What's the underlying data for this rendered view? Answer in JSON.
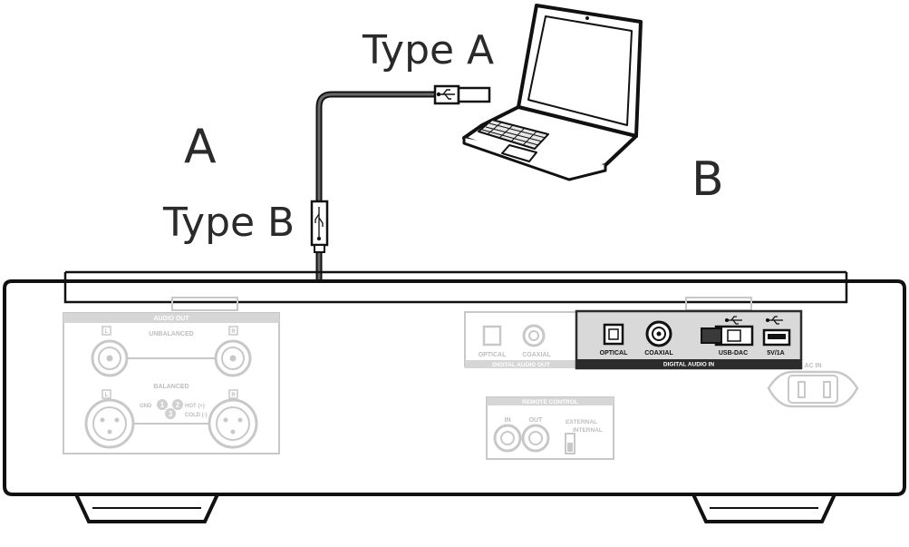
{
  "labels": {
    "type_a": "Type A",
    "type_b": "Type B",
    "a": "A",
    "b": "B"
  },
  "panel": {
    "audio_out": "AUDIO OUT",
    "unbalanced": "UNBALANCED",
    "balanced": "BALANCED",
    "channel_l": "L",
    "channel_r": "R",
    "gnd": "GND",
    "hot": "HOT (+)",
    "cold": "COLD (-)",
    "pin1": "1",
    "pin2": "2",
    "pin3": "3",
    "optical_out": "OPTICAL",
    "coaxial_out": "COAXIAL",
    "digital_audio_out": "DIGITAL AUDIO OUT",
    "optical_in": "OPTICAL",
    "coaxial_in": "COAXIAL",
    "usb_dac": "USB-DAC",
    "usb_5v": "5V/1A",
    "digital_audio_in": "DIGITAL AUDIO IN",
    "ac_in": "AC IN",
    "remote_control": "REMOTE CONTROL",
    "remote_in": "IN",
    "remote_out": "OUT",
    "external": "EXTERNAL",
    "internal": "INTERNAL"
  },
  "colors": {
    "line": "#111111",
    "faded": "#c8c8c8",
    "panel_dark": "#2b2b2b",
    "highlight_box": "#d9d9d9"
  }
}
